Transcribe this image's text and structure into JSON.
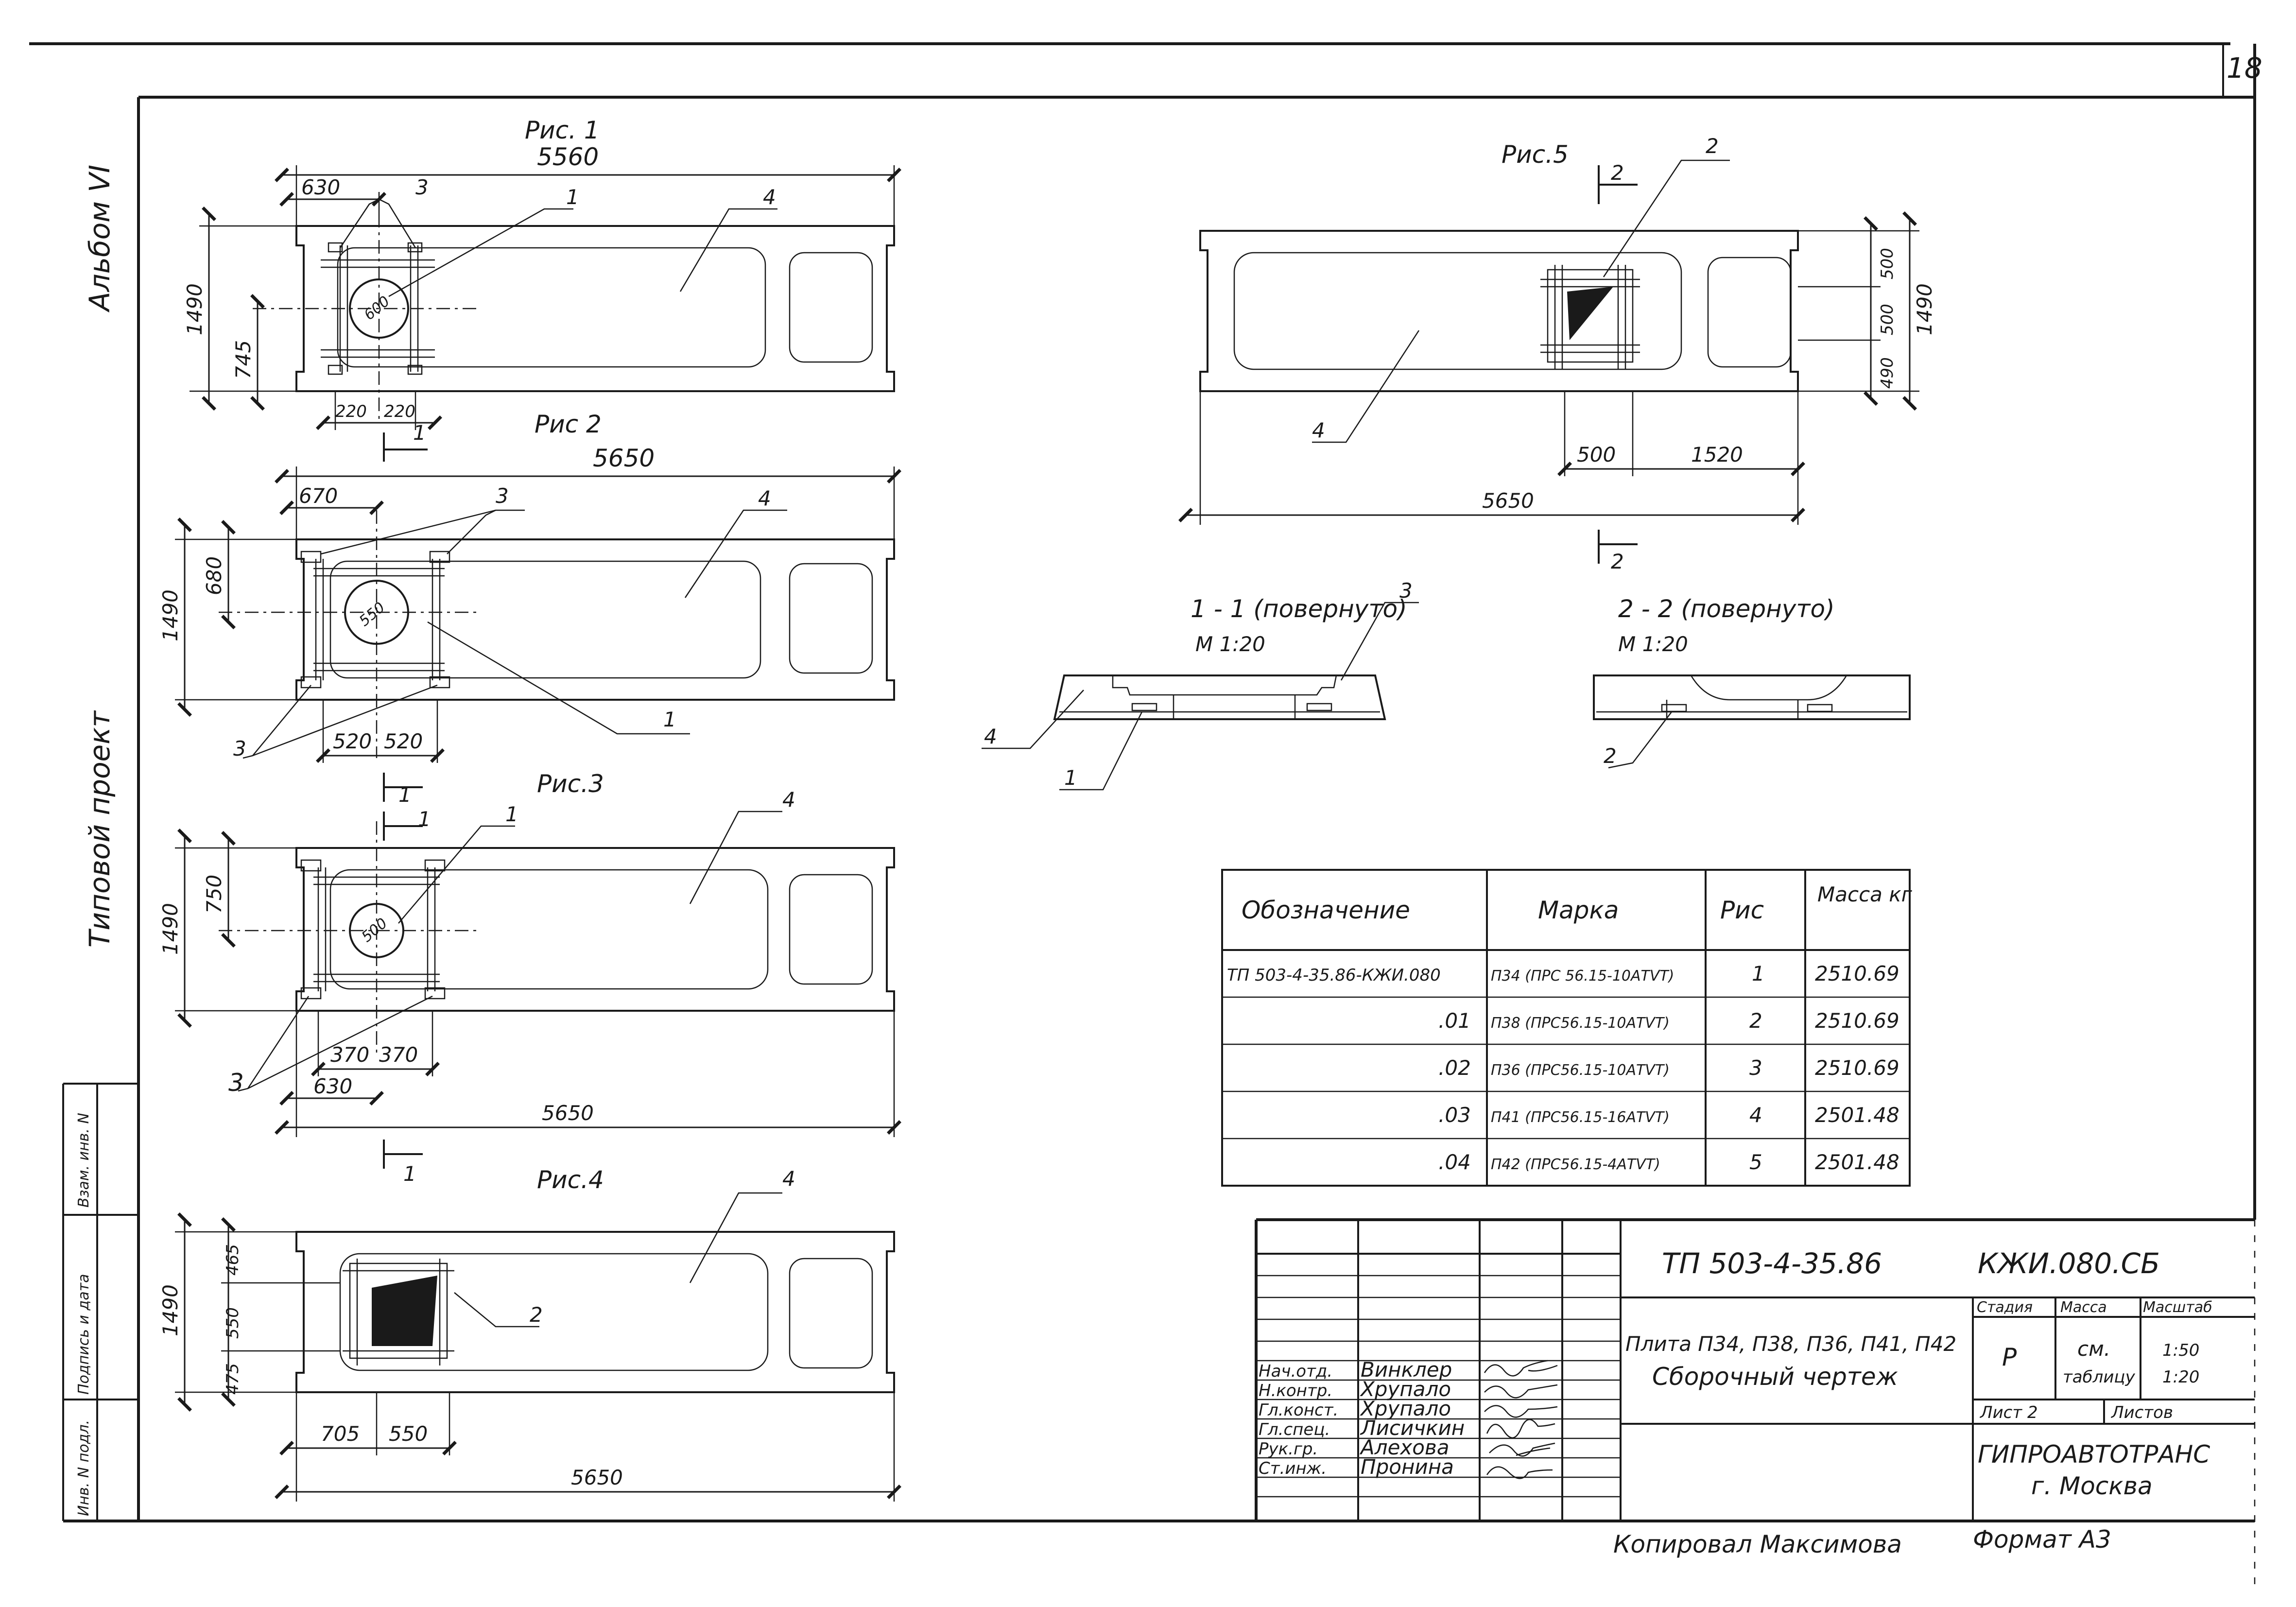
{
  "sheet": {
    "page_number": "18",
    "side_labels": {
      "album": "Альбом VI",
      "project": "Типовой проект",
      "inv": "Инв. N подл.",
      "sign_date": "Подпись и дата",
      "vzam": "Взам. инв. N"
    },
    "copied_by": "Копировал Максимова",
    "format": "Формат А3"
  },
  "fig1": {
    "title": "Рис. 1",
    "dims": {
      "length": "5560",
      "left": "630",
      "height": "1490",
      "mid": "745",
      "b1": "220",
      "b2": "220",
      "hole": "600"
    },
    "callouts": {
      "c1": "1",
      "c3": "3",
      "c4": "4"
    },
    "section": "1"
  },
  "fig2": {
    "title": "Рис 2",
    "dims": {
      "length": "5650",
      "left": "670",
      "height": "1490",
      "mid": "680",
      "b1": "520",
      "b2": "520",
      "hole": "550"
    },
    "callouts": {
      "c1": "1",
      "c3a": "3",
      "c3b": "3",
      "c4": "4"
    },
    "section": "1"
  },
  "fig3": {
    "title": "Рис.3",
    "dims": {
      "length": "5650",
      "left": "630",
      "height": "1490",
      "mid": "750",
      "b1": "370",
      "b2": "370",
      "hole": "500"
    },
    "callouts": {
      "c1": "1",
      "c3": "3",
      "c4": "4"
    },
    "section_top": "1",
    "section_bottom": "1"
  },
  "fig4": {
    "title": "Рис.4",
    "dims": {
      "length": "5650",
      "height": "1490",
      "h1": "475",
      "h2": "550",
      "h3": "465",
      "l1": "705",
      "l2": "550"
    },
    "callouts": {
      "c2": "2",
      "c4": "4"
    }
  },
  "fig5": {
    "title": "Рис.5",
    "dims": {
      "length": "5650",
      "height": "1490",
      "h1": "500",
      "h2": "500",
      "h3": "490",
      "l1": "500",
      "l2": "1520"
    },
    "callouts": {
      "c2": "2",
      "c4": "4"
    },
    "section_top": "2",
    "section_bottom": "2"
  },
  "sec11": {
    "title": "1 - 1 (повернуто)",
    "scale": "М 1:20",
    "callouts": {
      "c1": "1",
      "c3": "3",
      "c4": "4"
    }
  },
  "sec22": {
    "title": "2 - 2  (повернуто)",
    "scale": "М 1:20",
    "callouts": {
      "c2": "2"
    }
  },
  "spec_table": {
    "headers": [
      "Обозначение",
      "Марка",
      "Рис",
      "Масса кг"
    ],
    "rows": [
      [
        "ТП 503-4-35.86-КЖИ.080",
        "П34 (ПРС 56.15-10АТVT)",
        "1",
        "2510.69"
      ],
      [
        ".01",
        "П38 (ПРС56.15-10АТVТ)",
        "2",
        "2510.69"
      ],
      [
        ".02",
        "П36 (ПРС56.15-10АТVТ)",
        "3",
        "2510.69"
      ],
      [
        ".03",
        "П41 (ПРС56.15-16АТVТ)",
        "4",
        "2501.48"
      ],
      [
        ".04",
        "П42 (ПРС56.15-4АТVТ)",
        "5",
        "2501.48"
      ]
    ]
  },
  "title_block": {
    "code": "ТП 503-4-35.86",
    "doc": "КЖИ.080.СБ",
    "name_line1": "Плита П34, П38, П36, П41, П42",
    "name_line2": "Сборочный чертеж",
    "stage_label": "Стадия",
    "mass_label": "Масса",
    "scale_label": "Масштаб",
    "stage_value": "Р",
    "mass_value_1": "см.",
    "mass_value_2": "таблицу",
    "scale_value_1": "1:50",
    "scale_value_2": "1:20",
    "sheet_label": "Лист 2",
    "sheets_label": "Листов",
    "org_1": "ГИПРОАВТОТРАНС",
    "org_2": "г. Москва",
    "staff": [
      {
        "role": "Нач.отд.",
        "name": "Винклер"
      },
      {
        "role": "Н.контр.",
        "name": "Хрупало"
      },
      {
        "role": "Гл.конст.",
        "name": "Хрупало"
      },
      {
        "role": "Гл.спец.",
        "name": "Лисичкин"
      },
      {
        "role": "Рук.гр.",
        "name": "Алехова"
      },
      {
        "role": "Ст.инж.",
        "name": "Пронина"
      }
    ]
  }
}
